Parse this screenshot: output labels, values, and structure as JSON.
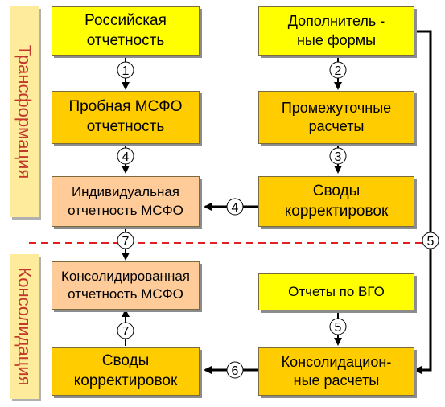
{
  "sidebars": {
    "transformation": "Трансформация",
    "consolidation": "Консолидация"
  },
  "boxes": {
    "russian_reports": "Российская\nотчетность",
    "additional_forms": "Дополнитель -\nные формы",
    "trial_ifrs": "Пробная МСФО\nотчетность",
    "intermediate_calc": "Промежуточные\nрасчеты",
    "individual_ifrs": "Индивидуальная\nотчетность МСФО",
    "adjustment_summaries_top": "Своды\nкорректировок",
    "consolidated_ifrs": "Консолидированная\nотчетность МСФО",
    "intragroup_reports": "Отчеты по ВГО",
    "adjustment_summaries_bottom": "Своды\nкорректировок",
    "consolidation_calc": "Консолидацион-\nные расчеты"
  },
  "steps": {
    "s1": "1",
    "s2": "2",
    "s3": "3",
    "s4a": "4",
    "s4b": "4",
    "s5_right": "5",
    "s5_mid": "5",
    "s6": "6",
    "s7a": "7",
    "s7b": "7"
  },
  "colors": {
    "yellow": "#ffff00",
    "gold": "#ffcc00",
    "peach": "#ffcc99",
    "sidebar_bg": "#ffeb9c",
    "sidebar_text": "#c0392b",
    "divider": "#e02020"
  }
}
